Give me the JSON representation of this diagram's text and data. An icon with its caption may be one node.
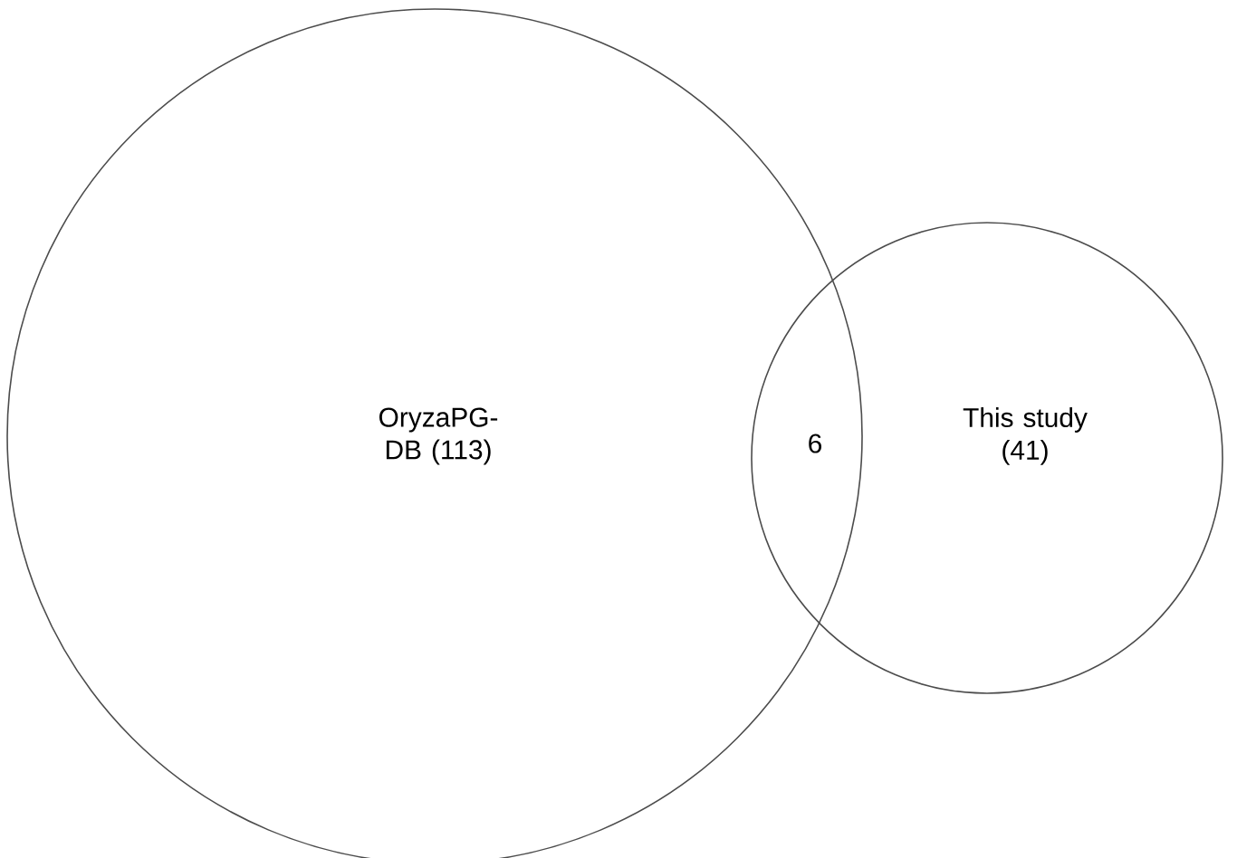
{
  "diagram": {
    "nodes": [
      {
        "text": [
          "OryzaPG-DB (113)"
        ]
      },
      {
        "text": [
          "This study (41)"
        ]
      }
    ],
    "labels": [
      "6"
    ]
  }
}
